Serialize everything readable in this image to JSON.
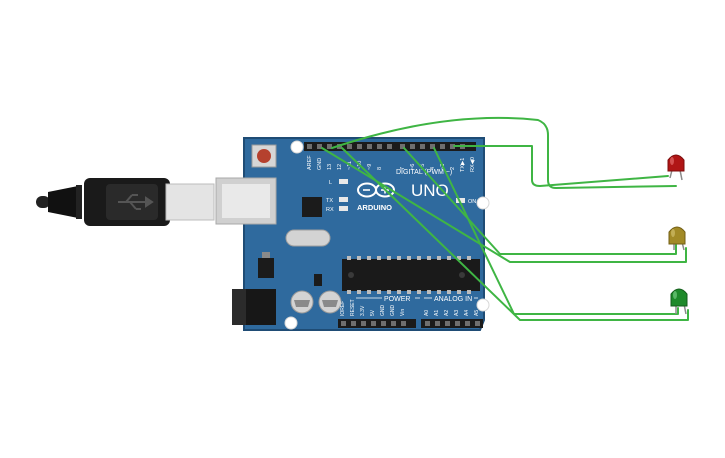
{
  "board": {
    "brand": "ARDUINO",
    "model": "UNO",
    "digital_header_label": "DIGITAL (PWM ~)",
    "power_label": "POWER",
    "analog_label": "ANALOG IN",
    "on_label": "ON",
    "l_label": "L",
    "tx_label": "TX",
    "rx_label": "RX",
    "top_pins": [
      "AREF",
      "GND",
      "13",
      "12",
      "~11",
      "~10",
      "~9",
      "8",
      "7",
      "~6",
      "~5",
      "4",
      "~3",
      "2",
      "TX▶1",
      "RX◀0"
    ],
    "power_pins": [
      "IOREF",
      "RESET",
      "3.3V",
      "5V",
      "GND",
      "GND",
      "Vin"
    ],
    "analog_pins": [
      "A0",
      "A1",
      "A2",
      "A3",
      "A4",
      "A5"
    ]
  },
  "leds": [
    {
      "name": "red-led",
      "color": "#b01515"
    },
    {
      "name": "yellow-led",
      "color": "#a28a26"
    },
    {
      "name": "green-led",
      "color": "#1e8a2a"
    }
  ],
  "wire_color": "#3fb544"
}
